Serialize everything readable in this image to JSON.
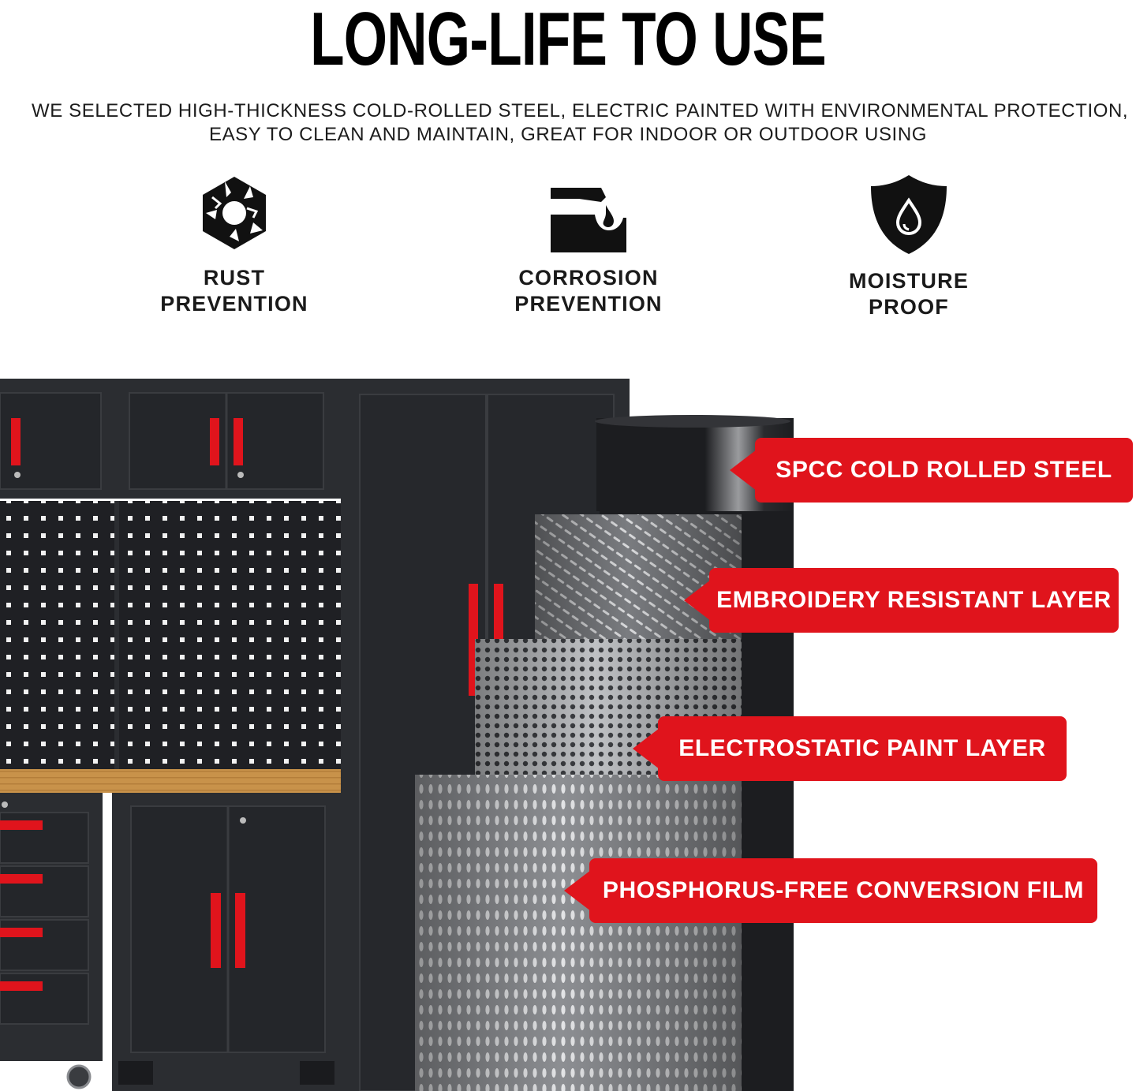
{
  "header": {
    "title": "LONG-LIFE TO USE",
    "subtitle_line1": "WE SELECTED HIGH-THICKNESS COLD-ROLLED STEEL, ELECTRIC PAINTED WITH ENVIRONMENTAL PROTECTION,",
    "subtitle_line2": "EASY TO CLEAN AND MAINTAIN, GREAT FOR INDOOR OR OUTDOOR USING"
  },
  "features": [
    {
      "icon": "rust-gear-icon",
      "line1": "RUST",
      "line2": "PREVENTION"
    },
    {
      "icon": "corrosion-drip-icon",
      "line1": "CORROSION",
      "line2": "PREVENTION"
    },
    {
      "icon": "shield-drop-icon",
      "line1": "MOISTURE",
      "line2": "PROOF"
    }
  ],
  "layers": [
    {
      "label": "SPCC COLD ROLLED STEEL"
    },
    {
      "label": "EMBROIDERY RESISTANT LAYER"
    },
    {
      "label": "ELECTROSTATIC PAINT LAYER"
    },
    {
      "label": "PHOSPHORUS-FREE CONVERSION FILM"
    }
  ],
  "colors": {
    "accent_red": "#e0141c",
    "cabinet": "#2b2d31",
    "cabinet_dark": "#1f2024",
    "worktop": "#c8924a"
  }
}
